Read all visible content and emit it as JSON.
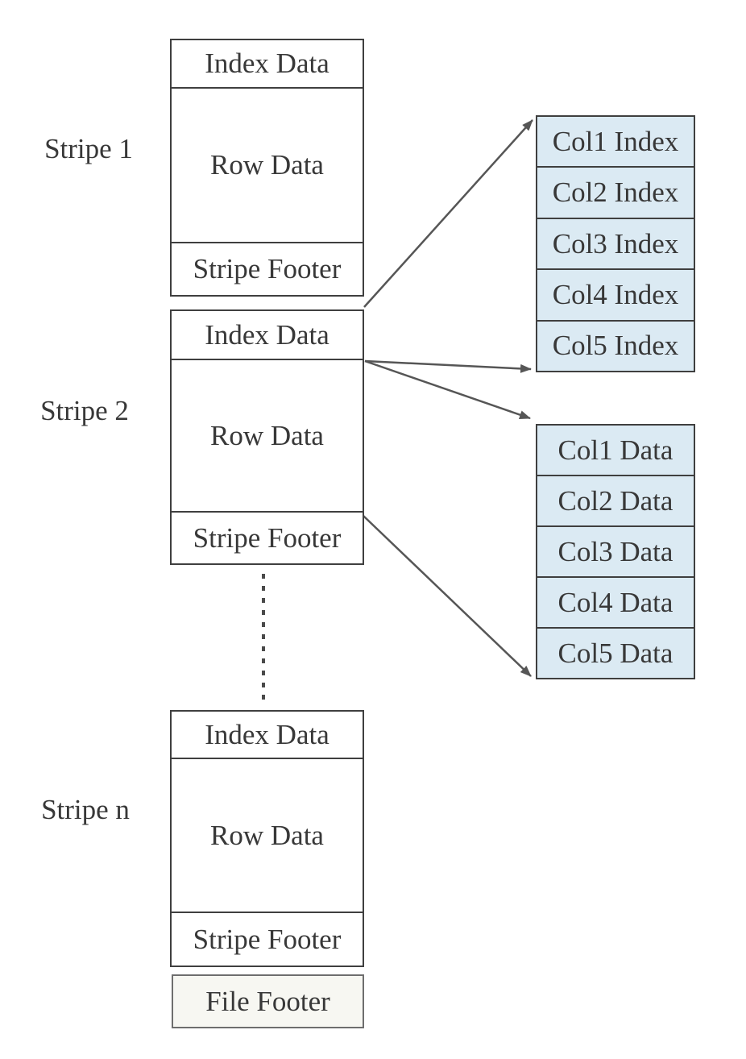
{
  "diagram": {
    "title_semantic": "ORC file layout",
    "stripes": [
      {
        "label": "Stripe 1",
        "sections": [
          "Index Data",
          "Row Data",
          "Stripe Footer"
        ]
      },
      {
        "label": "Stripe 2",
        "sections": [
          "Index Data",
          "Row Data",
          "Stripe Footer"
        ]
      },
      {
        "label": "Stripe n",
        "sections": [
          "Index Data",
          "Row Data",
          "Stripe Footer"
        ]
      }
    ],
    "file_footer_label": "File Footer",
    "index_stack": [
      "Col1 Index",
      "Col2 Index",
      "Col3 Index",
      "Col4 Index",
      "Col5 Index"
    ],
    "data_stack": [
      "Col1 Data",
      "Col2 Data",
      "Col3 Data",
      "Col4 Data",
      "Col5 Data"
    ],
    "connectors": [
      "stripe2-index-data to col-index-stack top",
      "stripe2-index-data to col5-index",
      "stripe2-index-data to col1-data",
      "stripe2-row-data-end to col5-data bottom"
    ],
    "ellipsis": "dashed continuation between Stripe 2 and Stripe n",
    "colors": {
      "column_fill": "#dbeaf3",
      "file_footer_fill": "#f7f7f2",
      "box_border": "#3f3f3f",
      "file_footer_border": "#6e6e6e",
      "connector": "#565656",
      "text": "#383838",
      "background": "#ffffff"
    }
  }
}
